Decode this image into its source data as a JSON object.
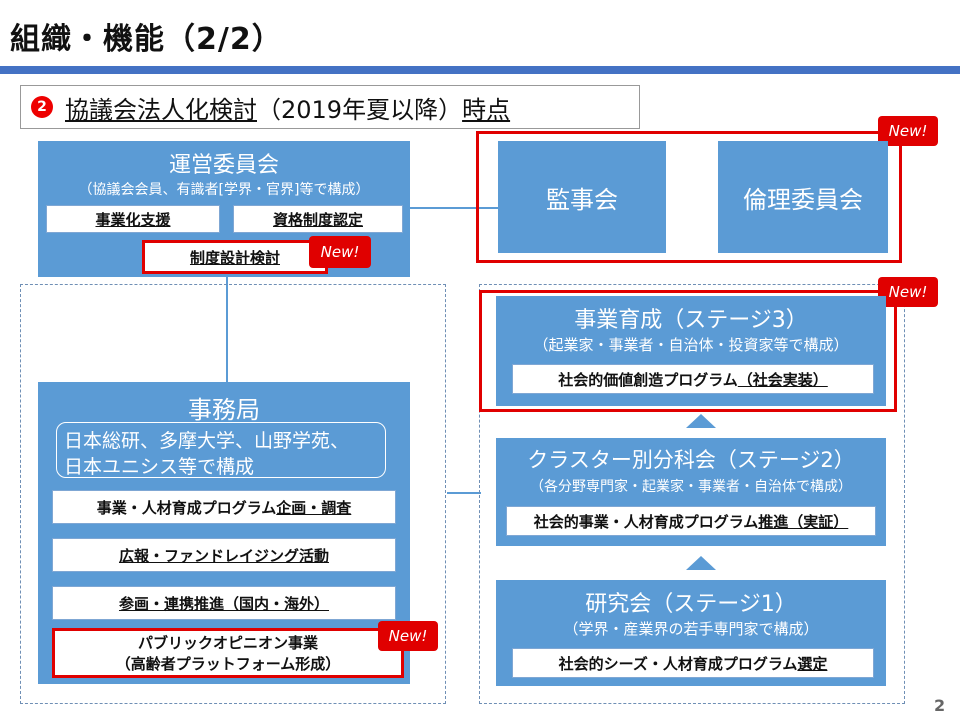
{
  "title": "組織・機能（2/2）",
  "section": {
    "number": "2",
    "text_main": "協議会法人化検討",
    "text_paren": "（2019年夏以降）",
    "text_tail": "時点"
  },
  "new_label": "New!",
  "board": {
    "title": "運営委員会",
    "subtitle": "（協議会会員、有識者[学界・官界]等で構成）",
    "items": [
      "事業化支援",
      "資格制度認定",
      "制度設計検討"
    ]
  },
  "auditors": "監事会",
  "ethics": "倫理委員会",
  "secretariat": {
    "title": "事務局",
    "members_line1": "日本総研、多摩大学、山野学苑、",
    "members_line2": "日本ユニシス等で構成",
    "items": [
      {
        "plain": "事業・人材育成プログラム",
        "underlined": "企画・調査"
      },
      {
        "plain": "",
        "underlined": "広報・ファンドレイジング活動"
      },
      {
        "plain": "",
        "underlined": "参画・連携推進（国内・海外）"
      },
      {
        "line1": "パブリックオピニオン事業",
        "line2": "（高齢者プラットフォーム形成）"
      }
    ]
  },
  "stage3": {
    "title": "事業育成（ステージ3）",
    "subtitle": "（起業家・事業者・自治体・投資家等で構成）",
    "program_plain": "社会的価値創造プログラム",
    "program_underlined": "（社会実装）"
  },
  "stage2": {
    "title": "クラスター別分科会（ステージ2）",
    "subtitle": "（各分野専門家・起業家・事業者・自治体で構成）",
    "program_plain": "社会的事業・人材育成プログラム",
    "program_underlined": "推進（実証）"
  },
  "stage1": {
    "title": "研究会（ステージ1）",
    "subtitle": "（学界・産業界の若手専門家で構成）",
    "program_plain": "社会的シーズ・人材育成プログラム",
    "program_underlined": "選定"
  },
  "page_number": "2",
  "colors": {
    "accent_blue": "#5b9bd5",
    "bar_blue": "#4472c4",
    "new_red": "#e00000"
  }
}
